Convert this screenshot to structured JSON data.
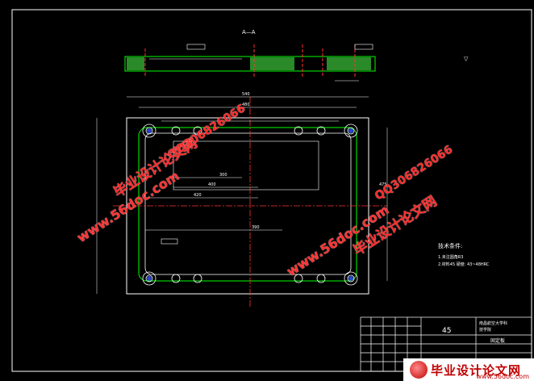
{
  "drawing": {
    "section_label": "A—A",
    "dims_outer": [
      "540",
      "480"
    ],
    "dims_inner": [
      "300",
      "400",
      "420",
      "390",
      "475"
    ],
    "roughness_small": "▽",
    "tech_requirements": {
      "title": "技术条件:",
      "line1": "1.未注圆角R3",
      "line2": "2.材料45 硬度: 43~48HRC"
    },
    "title_block": {
      "material": "45",
      "school": "南昌航空大学科",
      "dept": "技学院",
      "part_name": "固定板"
    }
  },
  "watermarks": {
    "site_cn": "毕业设计论文网",
    "qq": "QQ306826066",
    "url": "www.56doc.com"
  },
  "footer": {
    "brand": "毕业设计论文网",
    "url": "www.56doc.com"
  }
}
